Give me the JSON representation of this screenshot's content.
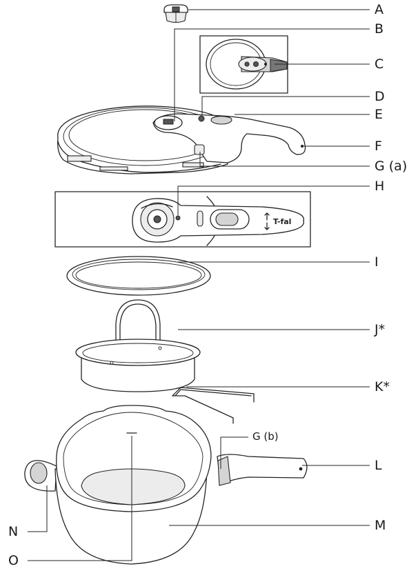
{
  "labels": {
    "A": "A",
    "B": "B",
    "C": "C",
    "D": "D",
    "E": "E",
    "F": "F",
    "G_a": "G (a)",
    "H": "H",
    "I": "I",
    "J": "J*",
    "K": "K*",
    "G_b": "G (b)",
    "L": "L",
    "M": "M",
    "N": "N",
    "O": "O"
  },
  "brand_logo_text": "T-fal"
}
